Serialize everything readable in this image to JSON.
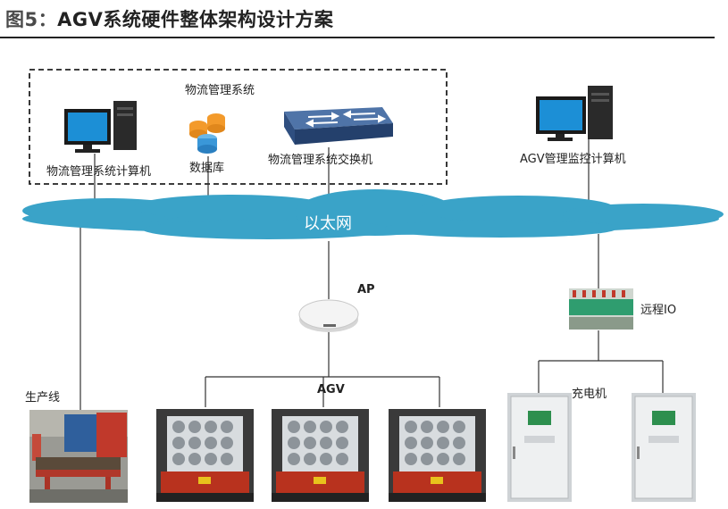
{
  "title": {
    "figure_label": "图5：",
    "text": "AGV系统硬件整体架构设计方案"
  },
  "diagram": {
    "group_label": "物流管理系统",
    "nodes": {
      "wms_computer": "物流管理系统计算机",
      "database": "数据库",
      "wms_switch": "物流管理系统交换机",
      "agv_monitor_computer": "AGV管理监控计算机",
      "ethernet": "以太网",
      "ap": "AP",
      "remote_io": "远程IO",
      "production_line": "生产线",
      "agv": "AGV",
      "charger": "充电机"
    }
  },
  "colors": {
    "cloud": "#3aa3c8",
    "line": "#333333",
    "switch": "#3a5a8c"
  }
}
